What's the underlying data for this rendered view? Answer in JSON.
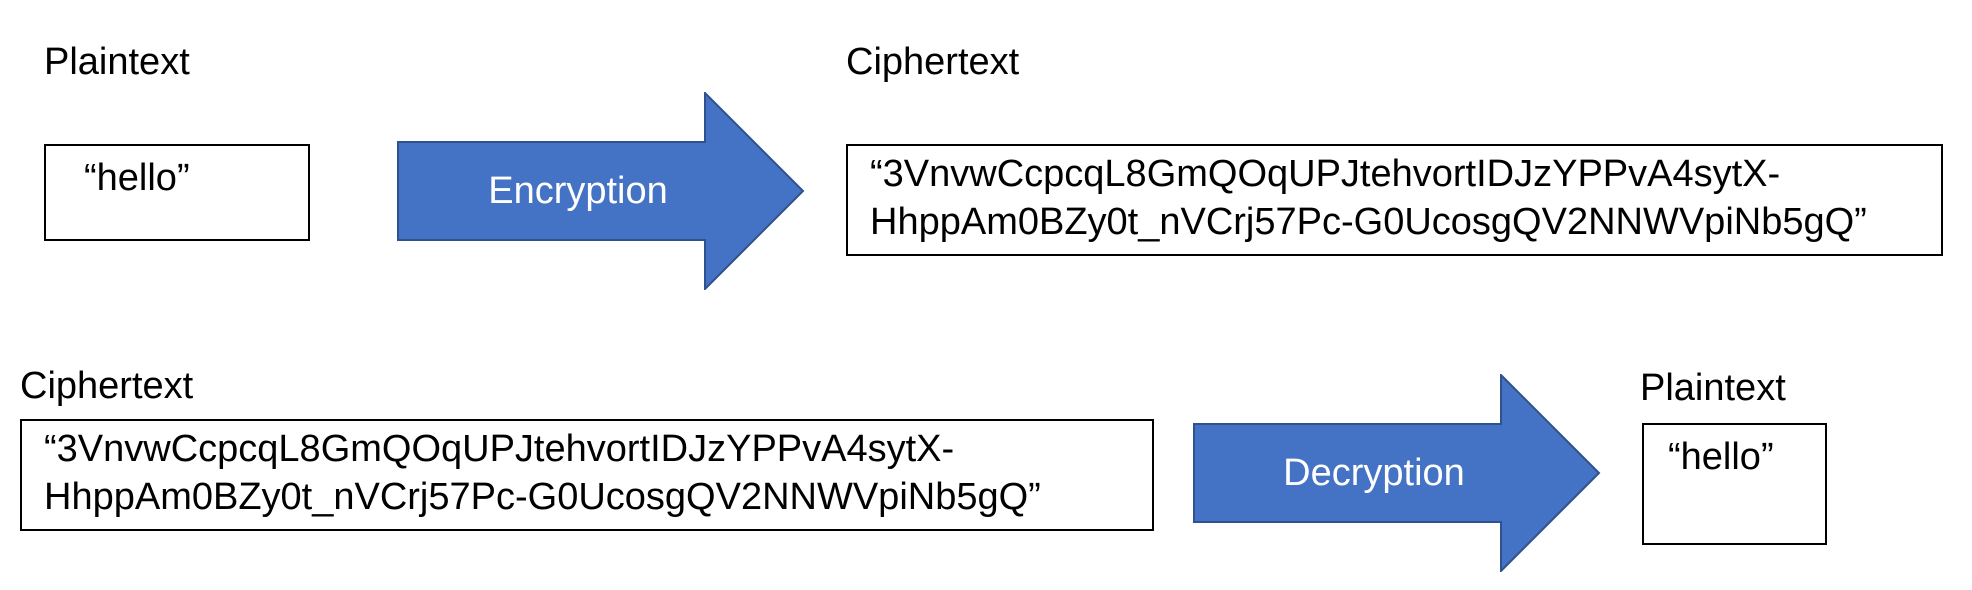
{
  "colors": {
    "arrow_fill": "#4472C4",
    "arrow_stroke": "#2F528F",
    "box_border": "#000000",
    "text": "#000000",
    "arrow_text": "#FFFFFF"
  },
  "encryption_row": {
    "plaintext_label": "Plaintext",
    "plaintext_value": "“hello”",
    "arrow_label": "Encryption",
    "ciphertext_label": "Ciphertext",
    "ciphertext_line1": "“3VnvwCcpcqL8GmQOqUPJtehvortIDJzYPPvA4sytX-",
    "ciphertext_line2": "HhppAm0BZy0t_nVCrj57Pc-G0UcosgQV2NNWVpiNb5gQ”"
  },
  "decryption_row": {
    "ciphertext_label": "Ciphertext",
    "ciphertext_line1": "“3VnvwCcpcqL8GmQOqUPJtehvortIDJzYPPvA4sytX-",
    "ciphertext_line2": "HhppAm0BZy0t_nVCrj57Pc-G0UcosgQV2NNWVpiNb5gQ”",
    "arrow_label": "Decryption",
    "plaintext_label": "Plaintext",
    "plaintext_value": "“hello”"
  }
}
